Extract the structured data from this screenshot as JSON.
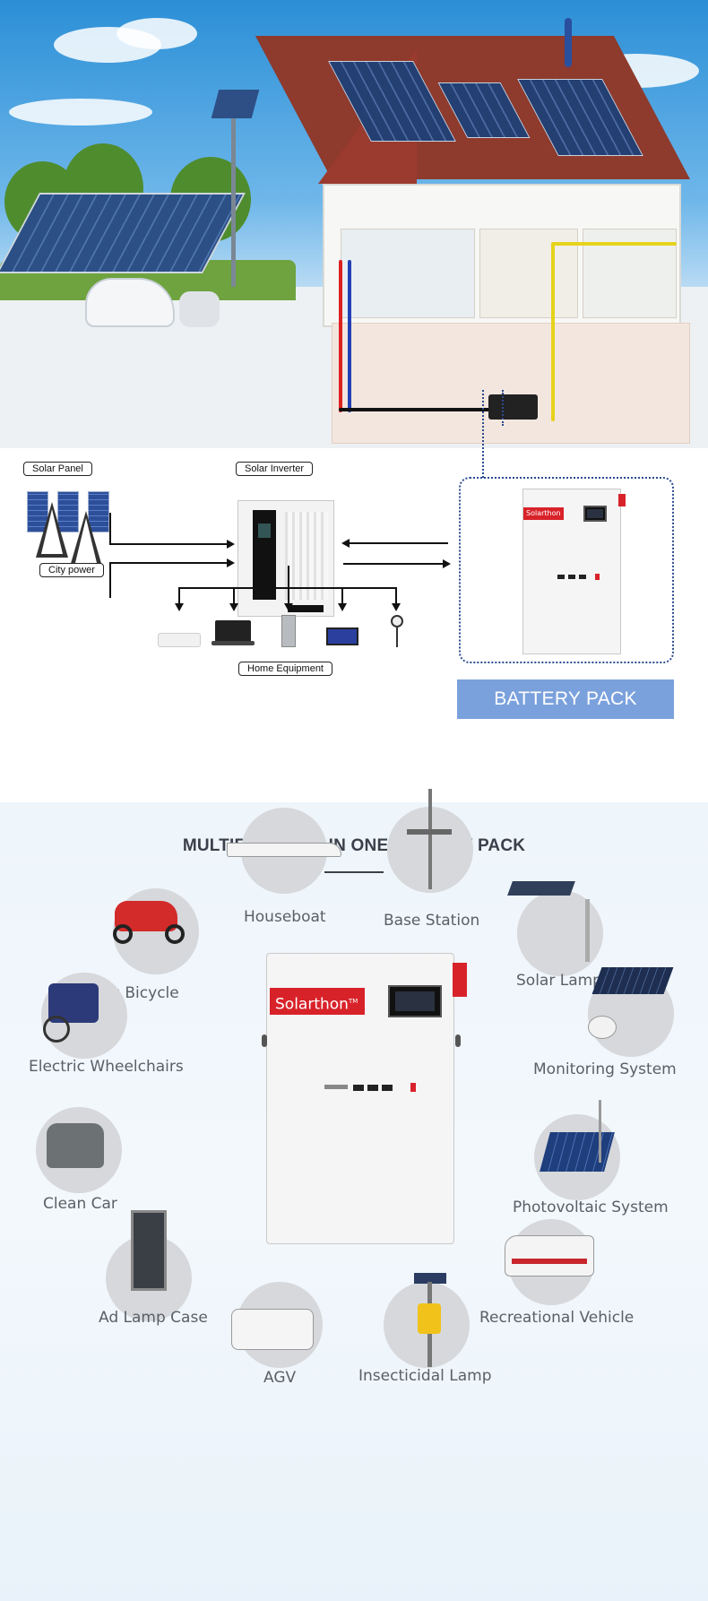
{
  "diagram": {
    "solar_panel_label": "Solar Panel",
    "solar_inverter_label": "Solar Inverter",
    "city_power_label": "City power",
    "home_equipment_label": "Home Equipment",
    "battery_pack_banner": "BATTERY PACK",
    "battery_brand_small": "Solarthon",
    "outline_color": "#2b4b8f",
    "banner_color": "#7ba1dc"
  },
  "multifunction": {
    "title": "MULTIFUNCTION IN ONE BATTERY PACK",
    "battery_brand": "Solarthon",
    "battery_brand_tm": "TM",
    "brand_color": "#d8222a",
    "applications": [
      {
        "label": "Houseboat",
        "icon": "houseboat-icon"
      },
      {
        "label": "Base Station",
        "icon": "base-station-icon"
      },
      {
        "label": "Electric Bicycle",
        "icon": "electric-bicycle-icon"
      },
      {
        "label": "Solar Lamps",
        "icon": "solar-lamp-icon"
      },
      {
        "label": "Electric Wheelchairs",
        "icon": "wheelchair-icon"
      },
      {
        "label": "Monitoring System",
        "icon": "camera-icon"
      },
      {
        "label": "Clean Car",
        "icon": "clean-car-icon"
      },
      {
        "label": "Photovoltaic System",
        "icon": "photovoltaic-icon"
      },
      {
        "label": "Ad Lamp Case",
        "icon": "ad-lamp-case-icon"
      },
      {
        "label": "Recreational  Vehicle",
        "icon": "rv-icon"
      },
      {
        "label": "AGV",
        "icon": "agv-icon"
      },
      {
        "label": "Insecticidal Lamp",
        "icon": "insecticidal-lamp-icon"
      }
    ]
  }
}
